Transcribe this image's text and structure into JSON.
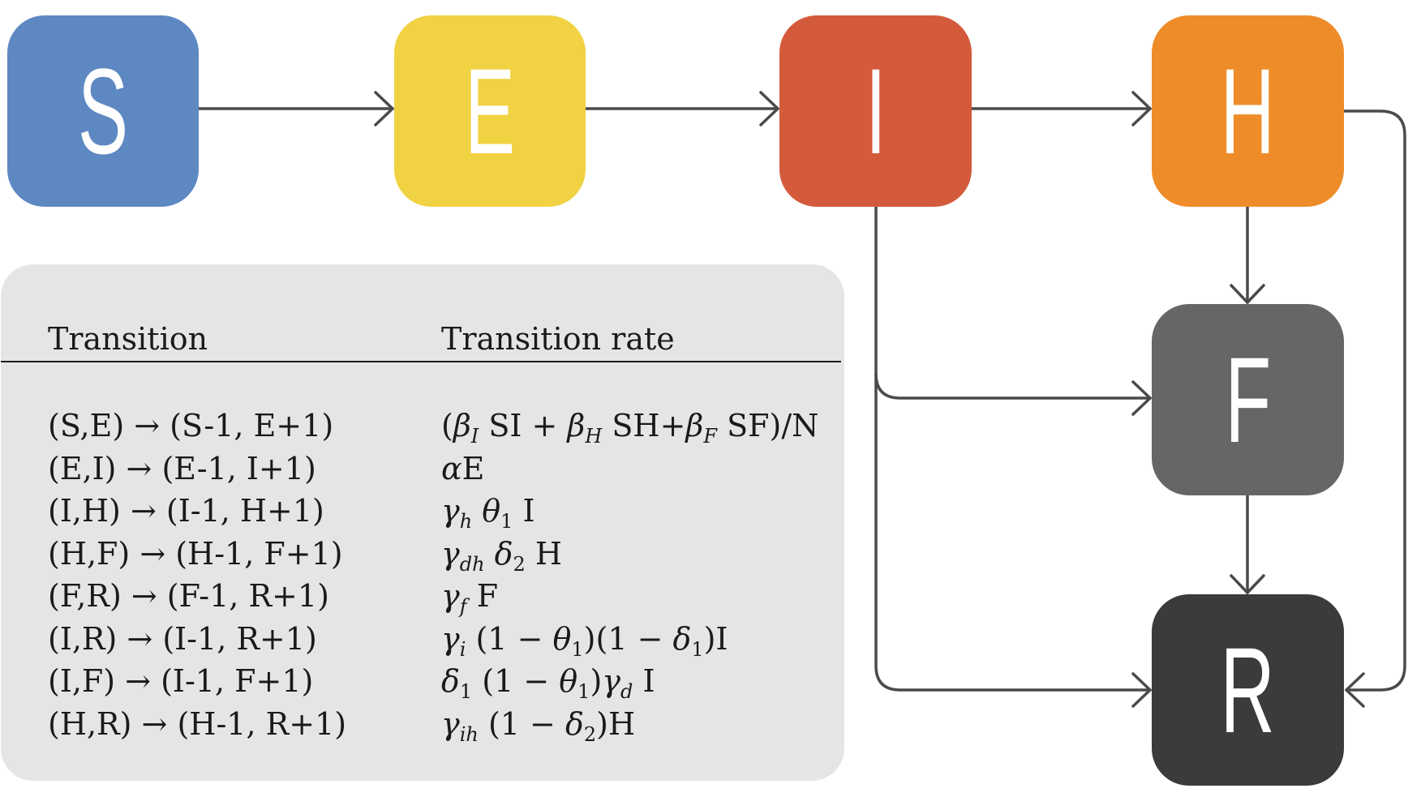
{
  "colors": {
    "S": "#5e88c2",
    "E": "#f0d243",
    "I": "#d45a3c",
    "H": "#ef8c2a",
    "F": "#666666",
    "R": "#3b3b3b",
    "arrow": "#4a4a4a",
    "panel": "#e5e5e5"
  },
  "nodes": {
    "S": "S",
    "E": "E",
    "I": "I",
    "H": "H",
    "F": "F",
    "R": "R"
  },
  "table": {
    "header_transition": "Transition",
    "header_rate": "Transition rate",
    "rows": [
      {
        "transition": "(S,E) → (S-1, E+1)",
        "rate": "(β_I SI + β_H SH+β_F SF)/N"
      },
      {
        "transition": "(E,I) → (E-1, I+1)",
        "rate": "αE"
      },
      {
        "transition": "(I,H) → (I-1, H+1)",
        "rate": "γ_h θ_1 I"
      },
      {
        "transition": "(H,F) → (H-1, F+1)",
        "rate": "γ_dh δ_2 H"
      },
      {
        "transition": "(F,R) → (F-1, R+1)",
        "rate": "γ_f F"
      },
      {
        "transition": "(I,R) → (I-1, R+1)",
        "rate": "γ_i (1 − θ_1)(1 − δ_1)I"
      },
      {
        "transition": "(I,F) → (I-1, F+1)",
        "rate": "δ_1 (1 − θ_1)γ_d I"
      },
      {
        "transition": "(H,R) → (H-1, R+1)",
        "rate": "γ_ih (1 − δ_2)H"
      }
    ]
  }
}
